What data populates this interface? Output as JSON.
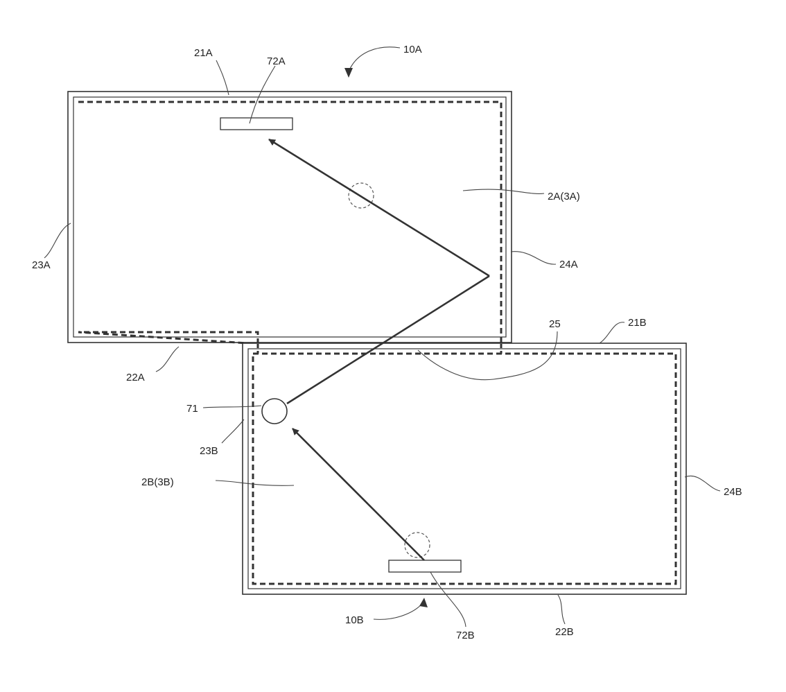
{
  "figure": {
    "stroke_color": "#333333",
    "background_color": "#ffffff",
    "labels": {
      "device_a": "10A",
      "device_b": "10B",
      "side_21a": "21A",
      "side_22a": "22A",
      "side_23a": "23A",
      "side_24a": "24A",
      "display_2a": "2A(3A)",
      "item_72a": "72A",
      "side_21b": "21B",
      "side_22b": "22B",
      "side_23b": "23B",
      "side_24b": "24B",
      "display_2b": "2B(3B)",
      "item_72b": "72B",
      "region_25": "25",
      "object_71": "71"
    }
  }
}
